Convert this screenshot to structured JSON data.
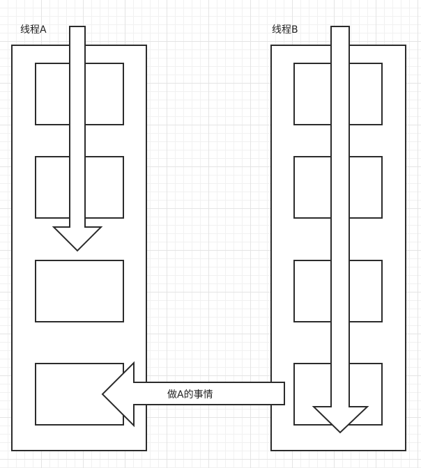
{
  "thread_a": {
    "label": "线程A"
  },
  "thread_b": {
    "label": "线程B"
  },
  "cross_arrow": {
    "label": "做A的事情"
  }
}
